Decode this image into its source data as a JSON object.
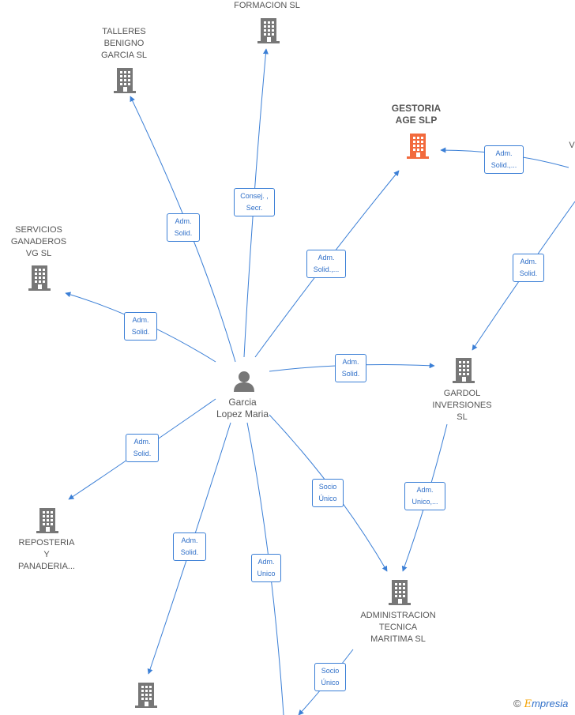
{
  "center": {
    "name": "Garcia\nLopez Maria",
    "icon": "person-icon"
  },
  "companies": [
    {
      "id": "formacion",
      "label": "FORMACION SL",
      "highlight": false
    },
    {
      "id": "talleres",
      "label": "TALLERES\nBENIGNO\nGARCIA SL",
      "highlight": false
    },
    {
      "id": "gestoria",
      "label": "GESTORIA\nAGE SLP",
      "highlight": true
    },
    {
      "id": "servicios",
      "label": "SERVICIOS\nGANADEROS\nVG SL",
      "highlight": false
    },
    {
      "id": "gardol",
      "label": "GARDOL\nINVERSIONES\nSL",
      "highlight": false
    },
    {
      "id": "reposteria",
      "label": "REPOSTERIA\nY\nPANADERIA...",
      "highlight": false
    },
    {
      "id": "administracion",
      "label": "ADMINISTRACION\nTECNICA\nMARITIMA SL",
      "highlight": false
    },
    {
      "id": "bottom_left",
      "label": "",
      "highlight": false
    },
    {
      "id": "right_edge",
      "label": "V",
      "highlight": false
    }
  ],
  "relations": [
    {
      "label": "Adm.\nSolid."
    },
    {
      "label": "Consej. ,\nSecr."
    },
    {
      "label": "Adm.\nSolid.,..."
    },
    {
      "label": "Adm.\nSolid.,..."
    },
    {
      "label": "Adm.\nSolid."
    },
    {
      "label": "Adm.\nSolid."
    },
    {
      "label": "Adm.\nSolid."
    },
    {
      "label": "Adm.\nSolid."
    },
    {
      "label": "Socio\nÚnico"
    },
    {
      "label": "Adm.\nSolid."
    },
    {
      "label": "Adm.\nUnico"
    },
    {
      "label": "Adm.\nUnico,..."
    },
    {
      "label": "Socio\nÚnico"
    }
  ],
  "colors": {
    "edge": "#3b7fd6",
    "building": "#777777",
    "highlight": "#f26a3d"
  },
  "brand": {
    "copyright": "©",
    "e": "E",
    "text": "mpresia"
  }
}
